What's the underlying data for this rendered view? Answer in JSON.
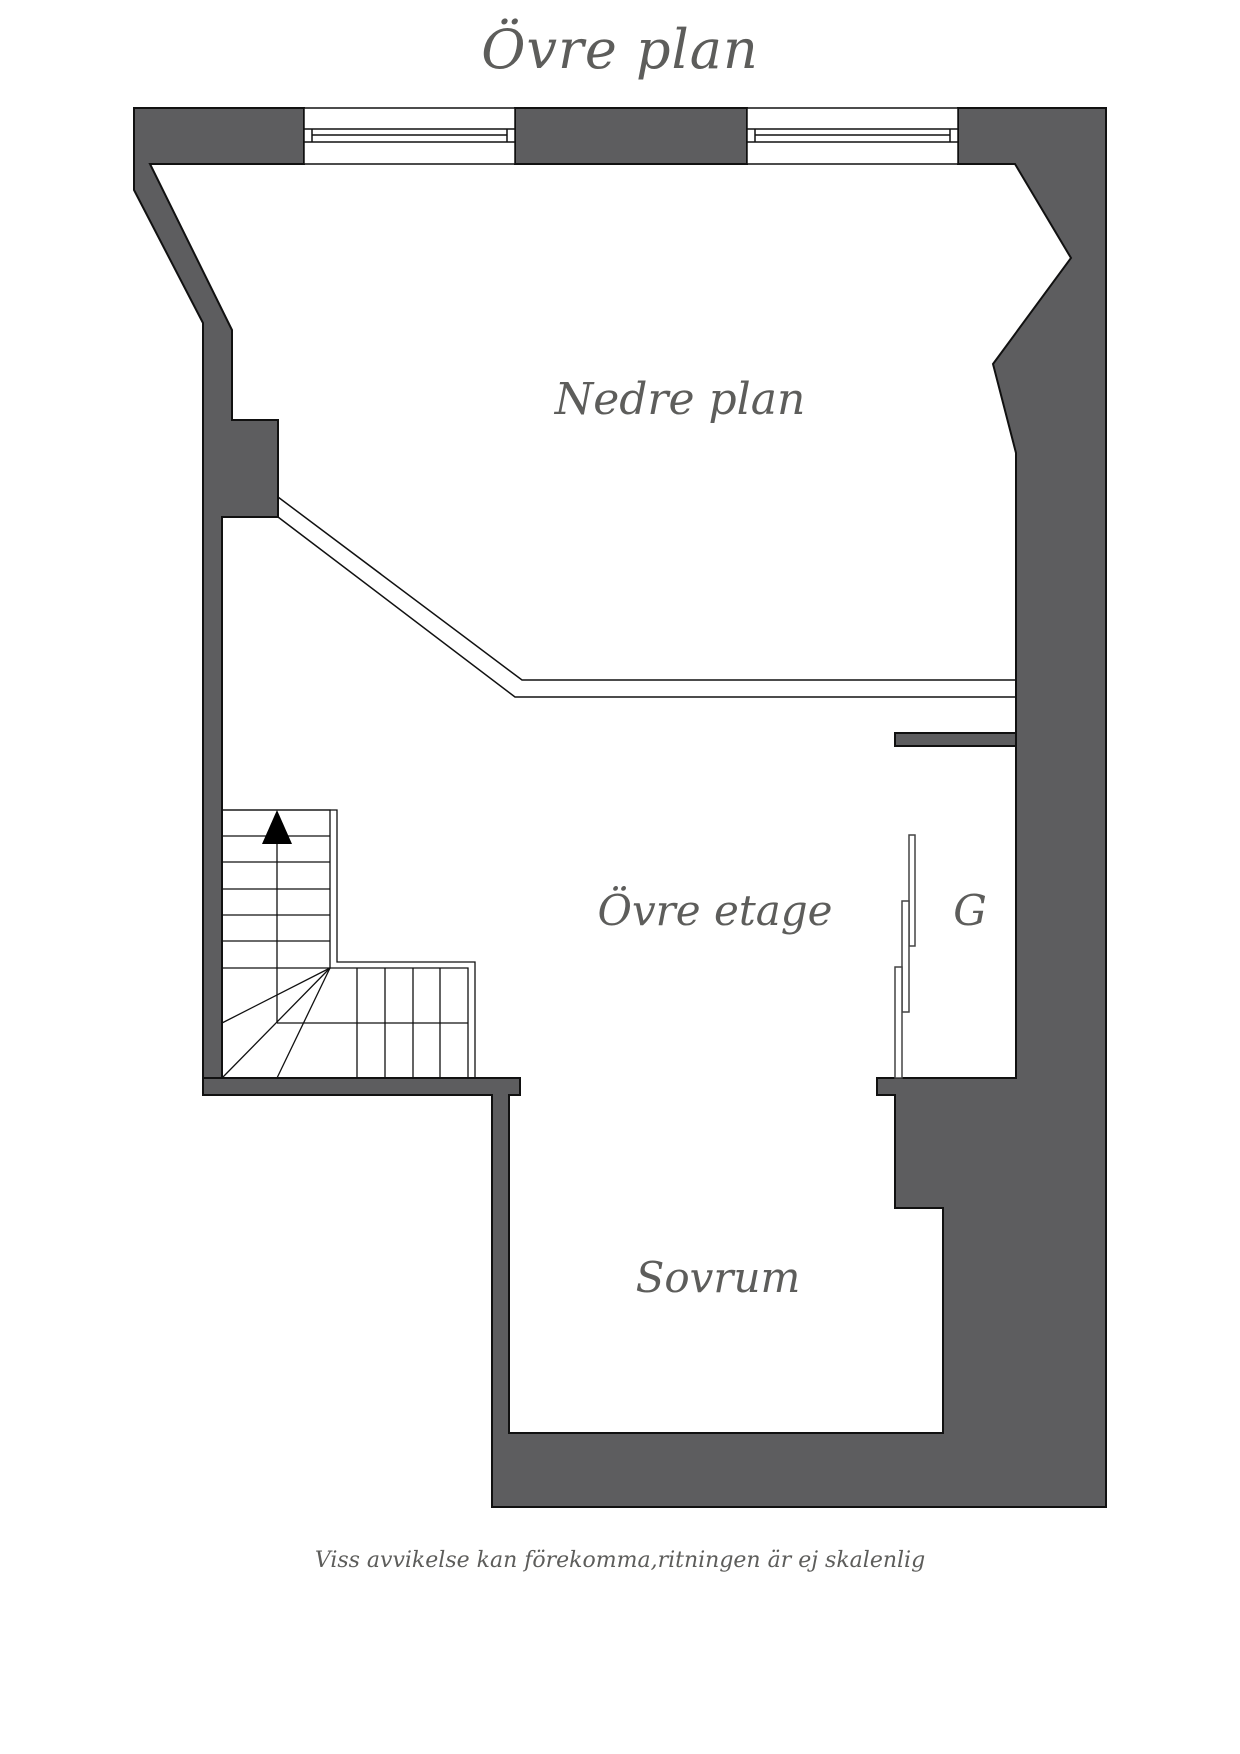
{
  "title": "Övre plan",
  "rooms": [
    {
      "id": "nedre-plan",
      "label": "Nedre plan"
    },
    {
      "id": "ovre-etage",
      "label": "Övre etage"
    },
    {
      "id": "garderob",
      "label": "G"
    },
    {
      "id": "sovrum",
      "label": "Sovrum"
    }
  ],
  "footer_note": "Viss avvikelse kan förekomma,ritningen är ej skalenlig",
  "colors": {
    "wall": "#5d5d5f",
    "text": "#5d5d5b",
    "line": "#111111",
    "background": "#ffffff"
  },
  "symbols": {
    "stair_direction": "up-arrow",
    "windows": 2
  }
}
